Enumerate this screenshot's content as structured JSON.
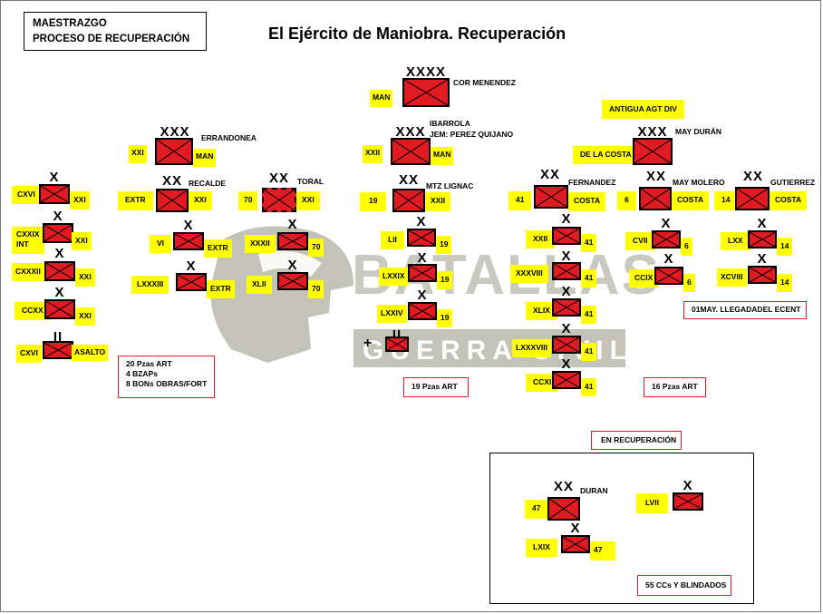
{
  "header": {
    "line1": "MAESTRAZGO",
    "line2": "PROCESO DE RECUPERACIÓN"
  },
  "title": "El Ejército de Maniobra. Recuperación",
  "watermark": {
    "line1": "BATALLAS",
    "line2": "GUERRA CIVIL"
  },
  "colors": {
    "unit_fill": "#e11b22",
    "label_bg": "#ffff00",
    "box_border": "#e11b22"
  },
  "army": {
    "echelon": "XXXX",
    "commander": "COR MENENDEZ",
    "left": "MAN",
    "right": ""
  },
  "corps": [
    {
      "echelon": "XXX",
      "commander": "ERRANDONEA",
      "left": "XXI",
      "right": "MAN"
    },
    {
      "echelon": "XXX",
      "commander": "IBARROLA",
      "commander2": "JEM: PEREZ QUIJANO",
      "left": "XXII",
      "right": "MAN"
    },
    {
      "echelon": "XXX",
      "commander": "MAY DURÁN",
      "left": "DE LA COSTA",
      "right": ""
    }
  ],
  "note_antigua": "ANTIGUA AGT DIV",
  "divisions": [
    {
      "echelon": "XX",
      "commander": "RECALDE",
      "left": "EXTR",
      "right": "XXI"
    },
    {
      "echelon": "XX",
      "commander": "TORAL",
      "left": "70",
      "right": "XXI"
    },
    {
      "echelon": "XX",
      "commander": "MTZ LIGNAC",
      "left": "19",
      "right": "XXII"
    },
    {
      "echelon": "XX",
      "commander": "FERNANDEZ",
      "left": "41",
      "right": "COSTA"
    },
    {
      "echelon": "XX",
      "commander": "MAY MOLERO",
      "left": "6",
      "right": "COSTA"
    },
    {
      "echelon": "XX",
      "commander": "GUTIERREZ",
      "left": "14",
      "right": "COSTA"
    },
    {
      "echelon": "XX",
      "commander": "DURAN",
      "left": "47",
      "right": ""
    }
  ],
  "brigades": [
    {
      "echelon": "X",
      "left": "CXVI",
      "right": "XXI"
    },
    {
      "echelon": "X",
      "left": "CXXIX INT",
      "right": "XXI"
    },
    {
      "echelon": "X",
      "left": "CXXXII",
      "right": "XXI"
    },
    {
      "echelon": "X",
      "left": "CCXX",
      "right": "XXI"
    },
    {
      "echelon": "II",
      "left": "CXVI",
      "right": "ASALTO"
    },
    {
      "echelon": "X",
      "left": "VI",
      "right": "EXTR"
    },
    {
      "echelon": "X",
      "left": "LXXXIII",
      "right": "EXTR"
    },
    {
      "echelon": "X",
      "left": "XXXII",
      "right": "70"
    },
    {
      "echelon": "X",
      "left": "XLII",
      "right": "70"
    },
    {
      "echelon": "X",
      "left": "LII",
      "right": "19"
    },
    {
      "echelon": "X",
      "left": "LXXIX",
      "right": "19"
    },
    {
      "echelon": "X",
      "left": "LXXIV",
      "right": "19"
    },
    {
      "echelon": "II",
      "left": "",
      "right": ""
    },
    {
      "echelon": "X",
      "left": "XXII",
      "right": "41"
    },
    {
      "echelon": "X",
      "left": "XXXVIII",
      "right": "41"
    },
    {
      "echelon": "X",
      "left": "XLIX",
      "right": "41"
    },
    {
      "echelon": "X",
      "left": "LXXXVIII",
      "right": "41"
    },
    {
      "echelon": "X",
      "left": "CCXI",
      "right": "41"
    },
    {
      "echelon": "X",
      "left": "CVII",
      "right": "6"
    },
    {
      "echelon": "X",
      "left": "CCIX",
      "right": "6"
    },
    {
      "echelon": "X",
      "left": "LXX",
      "right": "14"
    },
    {
      "echelon": "X",
      "left": "XCVIII",
      "right": "14"
    },
    {
      "echelon": "X",
      "left": "LXIX",
      "right": "47"
    },
    {
      "echelon": "X",
      "left": "LVII",
      "right": ""
    }
  ],
  "plus_sign": "+",
  "notes": {
    "art_left": [
      "20 Pzas ART",
      "4 BZAPs",
      "8 BONs OBRAS/FORT"
    ],
    "art_center": "19 Pzas ART",
    "art_right": "16 Pzas ART",
    "ecent": "01MAY. LLEGADADEL ECENT",
    "en_recuperacion": "EN RECUPERACIÓN",
    "ccs": "55 CCs Y BLINDADOS"
  }
}
